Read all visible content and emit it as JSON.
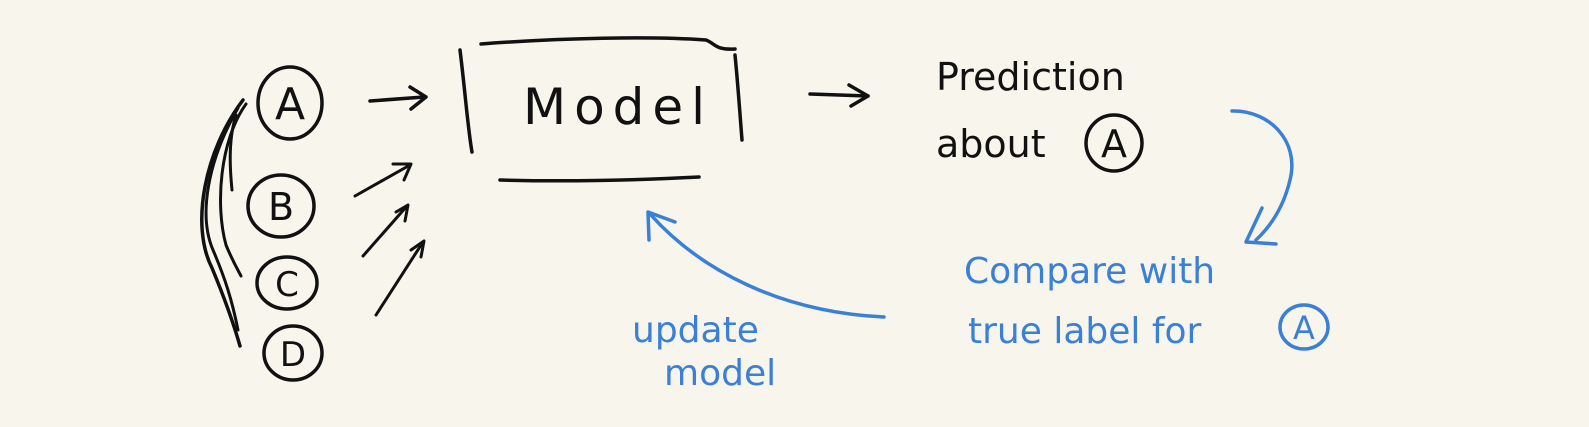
{
  "inputs": {
    "a": "A",
    "b": "B",
    "c": "C",
    "d": "D"
  },
  "model": {
    "label": "Model"
  },
  "prediction": {
    "line1": "Prediction",
    "line2": "about",
    "target": "A"
  },
  "compare": {
    "line1": "Compare with",
    "line2": "true label for",
    "target": "A"
  },
  "update": {
    "line1": "update",
    "line2": "model"
  },
  "colors": {
    "ink": "#111111",
    "feedback": "#3a7fd8",
    "paper": "#f7f5ec"
  }
}
